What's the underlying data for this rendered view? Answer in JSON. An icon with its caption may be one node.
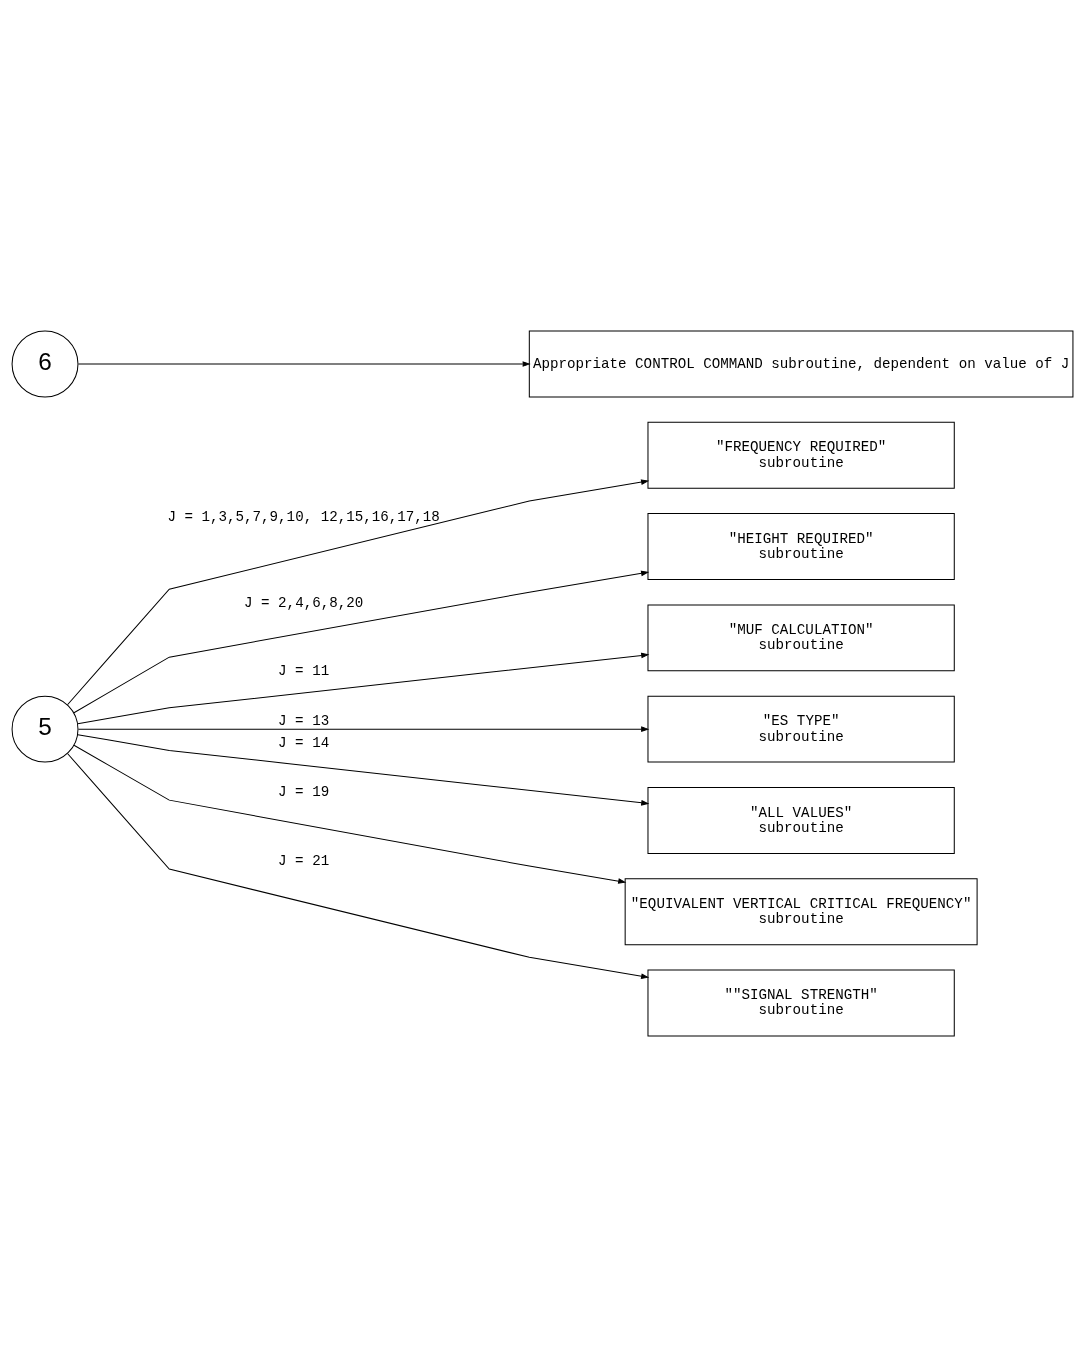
{
  "diagram": {
    "nodes": [
      {
        "text": [
          "5"
        ]
      },
      {
        "text": [
          "\"FREQUENCY REQUIRED\"",
          "subroutine"
        ]
      },
      {
        "text": [
          "\"HEIGHT REQUIRED\"",
          "subroutine"
        ]
      },
      {
        "text": [
          "\"MUF CALCULATION\"",
          "subroutine"
        ]
      },
      {
        "text": [
          "\"ES TYPE\"",
          "subroutine"
        ]
      },
      {
        "text": [
          "\"ALL VALUES\"",
          "subroutine"
        ]
      },
      {
        "text": [
          "\"EQUIVALENT VERTICAL CRITICAL FREQUENCY\"",
          "subroutine"
        ]
      },
      {
        "text": [
          "\"\"SIGNAL STRENGTH\"",
          "subroutine"
        ]
      },
      {
        "text": [
          "6"
        ]
      },
      {
        "text": [
          "Appropriate CONTROL COMMAND subroutine, dependent on value of J"
        ]
      }
    ],
    "edges": [
      {
        "from": 0,
        "to": 1,
        "arrow": "to",
        "label": "J = 1,3,5,7,9,10, 12,15,16,17,18"
      },
      {
        "from": 0,
        "to": 2,
        "arrow": "to",
        "label": "J = 2,4,6,8,20"
      },
      {
        "from": 0,
        "to": 3,
        "arrow": "to",
        "label": "J = 11"
      },
      {
        "from": 0,
        "to": 4,
        "arrow": "to",
        "label": "J = 13"
      },
      {
        "from": 0,
        "to": 5,
        "arrow": "to",
        "label": "J = 14"
      },
      {
        "from": 0,
        "to": 6,
        "arrow": "to",
        "label": "J = 19"
      },
      {
        "from": 0,
        "to": 7,
        "arrow": "to",
        "label": "J = 21"
      },
      {
        "from": 8,
        "to": 9,
        "arrow": "to"
      }
    ]
  }
}
